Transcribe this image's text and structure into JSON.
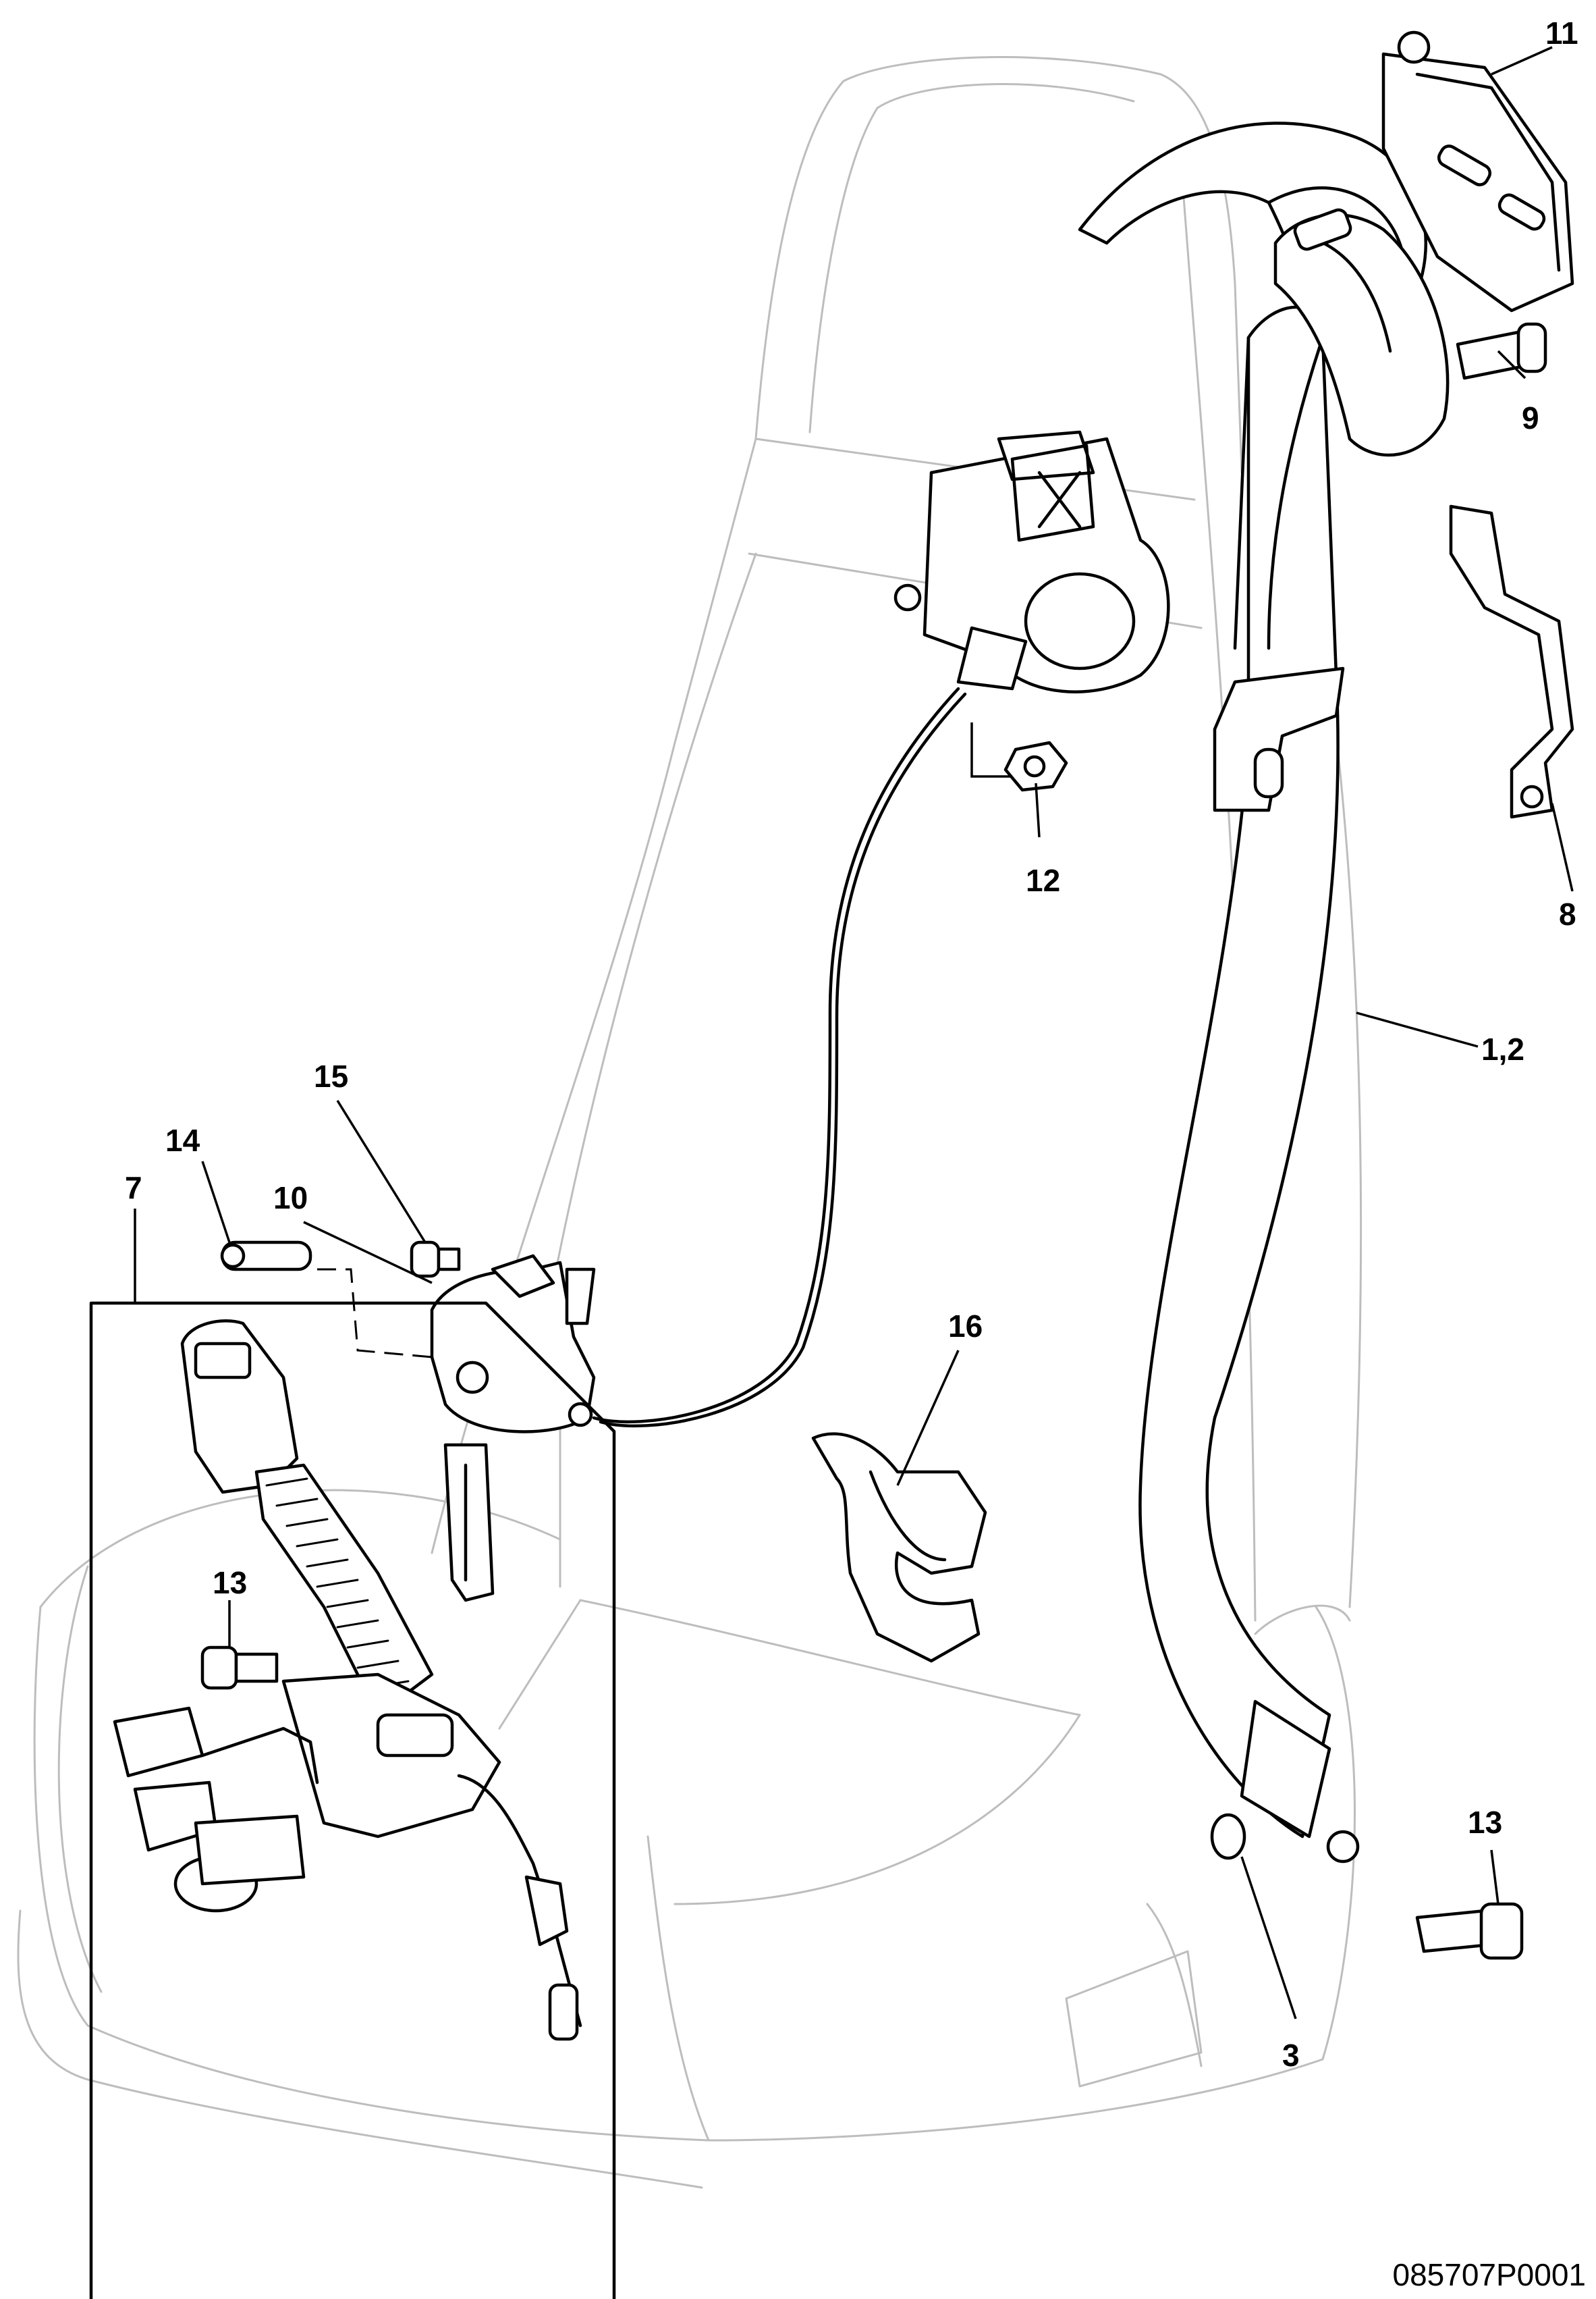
{
  "callouts": {
    "c1_2": "1,2",
    "c3": "3",
    "c7": "7",
    "c8": "8",
    "c9": "9",
    "c10": "10",
    "c11": "11",
    "c12": "12",
    "c13_upper": "13",
    "c13_lower": "13",
    "c14": "14",
    "c15": "15",
    "c16": "16"
  },
  "document_id": "085707P0001"
}
